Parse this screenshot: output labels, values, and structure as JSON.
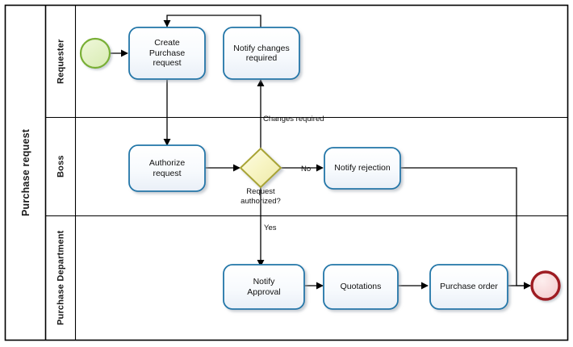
{
  "diagram": {
    "type": "bpmn-process-diagram",
    "pool": {
      "name": "Purchase request"
    },
    "lanes": [
      {
        "id": "requester",
        "name": "Requester"
      },
      {
        "id": "boss",
        "name": "Boss"
      },
      {
        "id": "purchase_department",
        "name": "Purchase Department"
      }
    ],
    "events": [
      {
        "id": "start",
        "kind": "start-event",
        "lane": "requester",
        "label": ""
      },
      {
        "id": "end",
        "kind": "end-event",
        "lane": "purchase_department",
        "label": ""
      }
    ],
    "tasks": [
      {
        "id": "create_pr",
        "lane": "requester",
        "label": "Create\nPurchase\nrequest"
      },
      {
        "id": "notify_changes",
        "lane": "requester",
        "label": "Notify changes\nrequired"
      },
      {
        "id": "authorize",
        "lane": "boss",
        "label": "Authorize\nrequest"
      },
      {
        "id": "notify_rejection",
        "lane": "boss",
        "label": "Notify rejection"
      },
      {
        "id": "notify_approval",
        "lane": "purchase_department",
        "label": "Notify\nApproval"
      },
      {
        "id": "quotations",
        "lane": "purchase_department",
        "label": "Quotations"
      },
      {
        "id": "purchase_order",
        "lane": "purchase_department",
        "label": "Purchase order"
      }
    ],
    "gateways": [
      {
        "id": "gw_auth",
        "kind": "exclusive-gateway",
        "lane": "boss",
        "label": "Request\nauthorized?"
      }
    ],
    "flow_labels": {
      "changes_required": "Changes required",
      "no": "No",
      "yes": "Yes"
    },
    "colors": {
      "task_stroke": "#2176A8",
      "task_fill_top": "#fbfdff",
      "task_fill_bottom": "#eef3f9",
      "start_stroke": "#79AF35",
      "start_fill": "#e2f0c0",
      "end_stroke": "#9E1B22",
      "end_fill": "#f6d9da",
      "gateway_stroke": "#A8A436",
      "gateway_fill": "#fbf9d2",
      "flow_stroke": "#000000",
      "lane_stroke": "#000000",
      "background": "#ffffff"
    }
  }
}
